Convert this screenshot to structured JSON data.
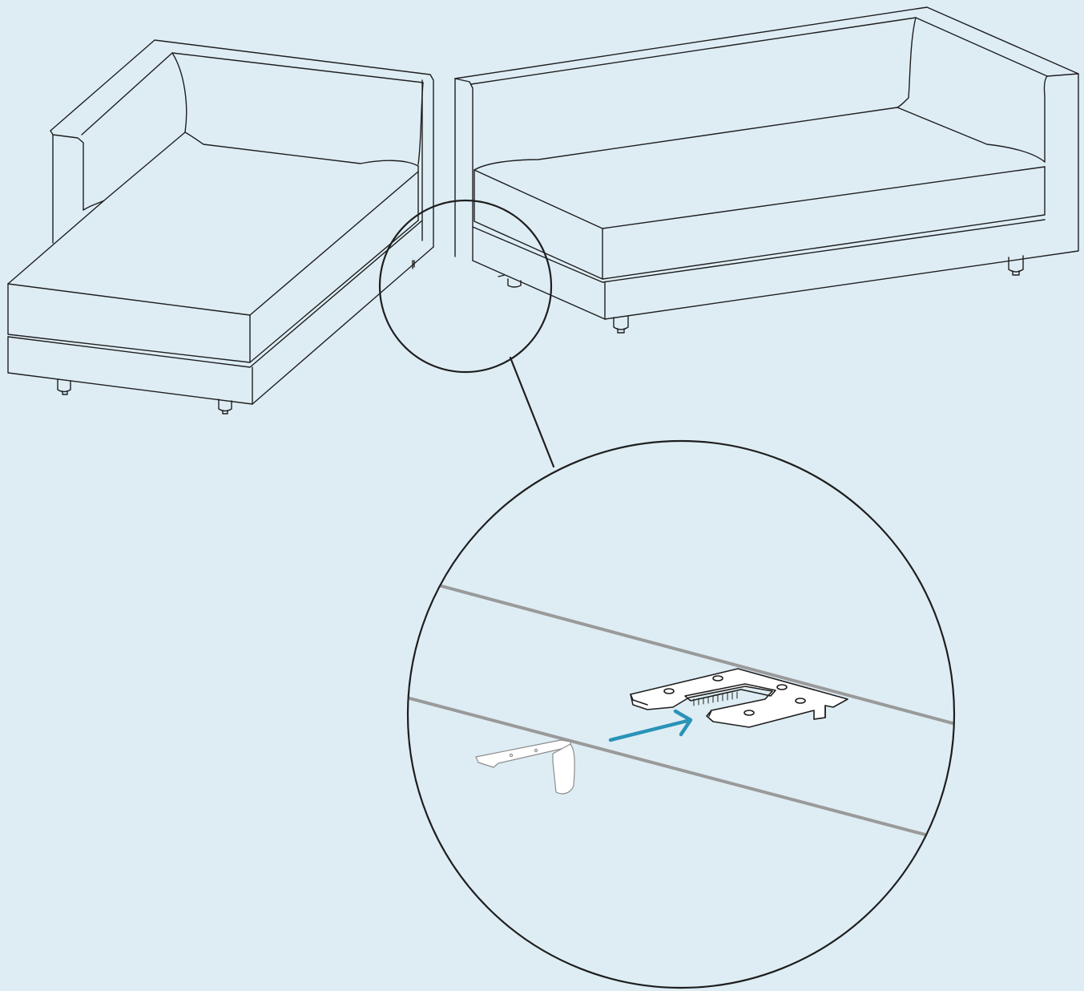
{
  "colors": {
    "background": "#deedf4",
    "line": "#1e1e1e",
    "rail": "#9a9a9a",
    "arrow": "#2a93b7",
    "bracket_fill": "#ffffff",
    "faded_line": "#8c8c8c"
  },
  "scene": {
    "left_module": "chaise-sofa-module",
    "right_module": "two-seat-sofa-module",
    "detail": {
      "shows": "connector-bracket-insertion",
      "parts": [
        "female-connector-plate",
        "male-hook-bracket"
      ],
      "direction_icon": "arrow-right-icon"
    }
  }
}
